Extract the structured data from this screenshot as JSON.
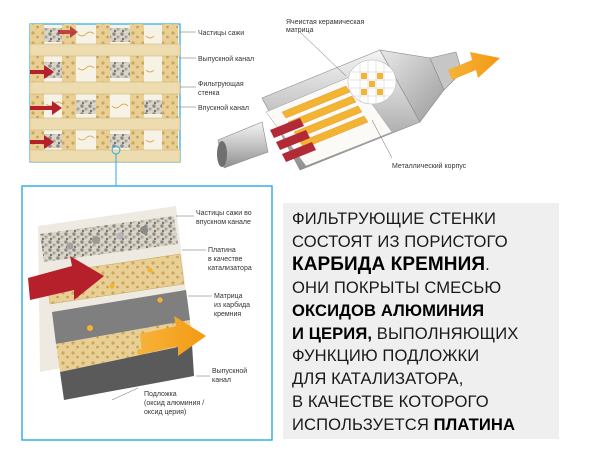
{
  "top_left_labels": {
    "soot": "Частицы сажи",
    "outlet": "Выпускной канал",
    "wall_line1": "Фильтрующая",
    "wall_line2": "стенка",
    "inlet": "Впускной канал"
  },
  "converter_labels": {
    "matrix_line1": "Ячеистая керамическая",
    "matrix_line2": "матрица",
    "housing": "Металлический корпус"
  },
  "detail_labels": {
    "soot_line1": "Частицы сажи во",
    "soot_line2": "впускном канале",
    "platinum_line1": "Платина",
    "platinum_line2": "в качестве",
    "platinum_line3": "катализатора",
    "matrix_line1": "Матрица",
    "matrix_line2": "из карбида",
    "matrix_line3": "кремния",
    "outlet_line1": "Выпускной",
    "outlet_line2": "канал",
    "substrate_line1": "Подложка",
    "substrate_line2": "(оксид алюминия /",
    "substrate_line3": "оксид церия)"
  },
  "description": {
    "l1": "Фильтрующие стенки",
    "l2": "состоят из пористого",
    "l3_bold": "карбида кремния",
    "l3_rest": ".",
    "l4": "Они покрыты смесью",
    "l5_bold": "оксидов алюминия",
    "l6_bold": "и церия,",
    "l6_rest": " выполняющих",
    "l7": "функцию подложки",
    "l8": "для катализатора,",
    "l9": "в качестве которого",
    "l10_rest": "используется ",
    "l10_bold": "платина"
  },
  "colors": {
    "frame_blue": "#29abe2",
    "arrow_red": "#b5202a",
    "arrow_orange": "#f5a11c",
    "tan": "#e9cf94",
    "text_bg": "#efefef"
  }
}
